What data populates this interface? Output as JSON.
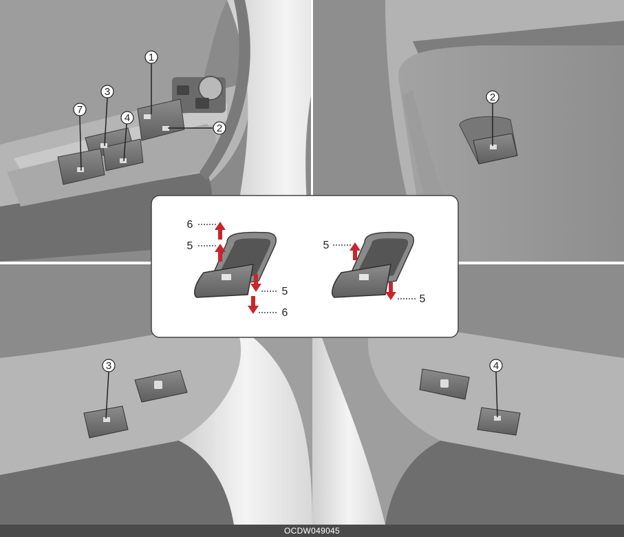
{
  "callouts": {
    "driver_door": [
      "1",
      "2",
      "3",
      "4",
      "7"
    ],
    "passenger_door": "2",
    "rear_left_door": "3",
    "rear_right_door": "4"
  },
  "inset": {
    "auto_switch_labels": {
      "pull_up_auto": "6",
      "pull_up": "5",
      "push_down": "5",
      "push_down_auto": "6"
    },
    "manual_switch_labels": {
      "pull_up": "5",
      "push_down": "5"
    }
  },
  "figure_code": "OCDW049045",
  "colors": {
    "arrow_red": "#c8262b",
    "code_bar": "#4a4a4a"
  }
}
